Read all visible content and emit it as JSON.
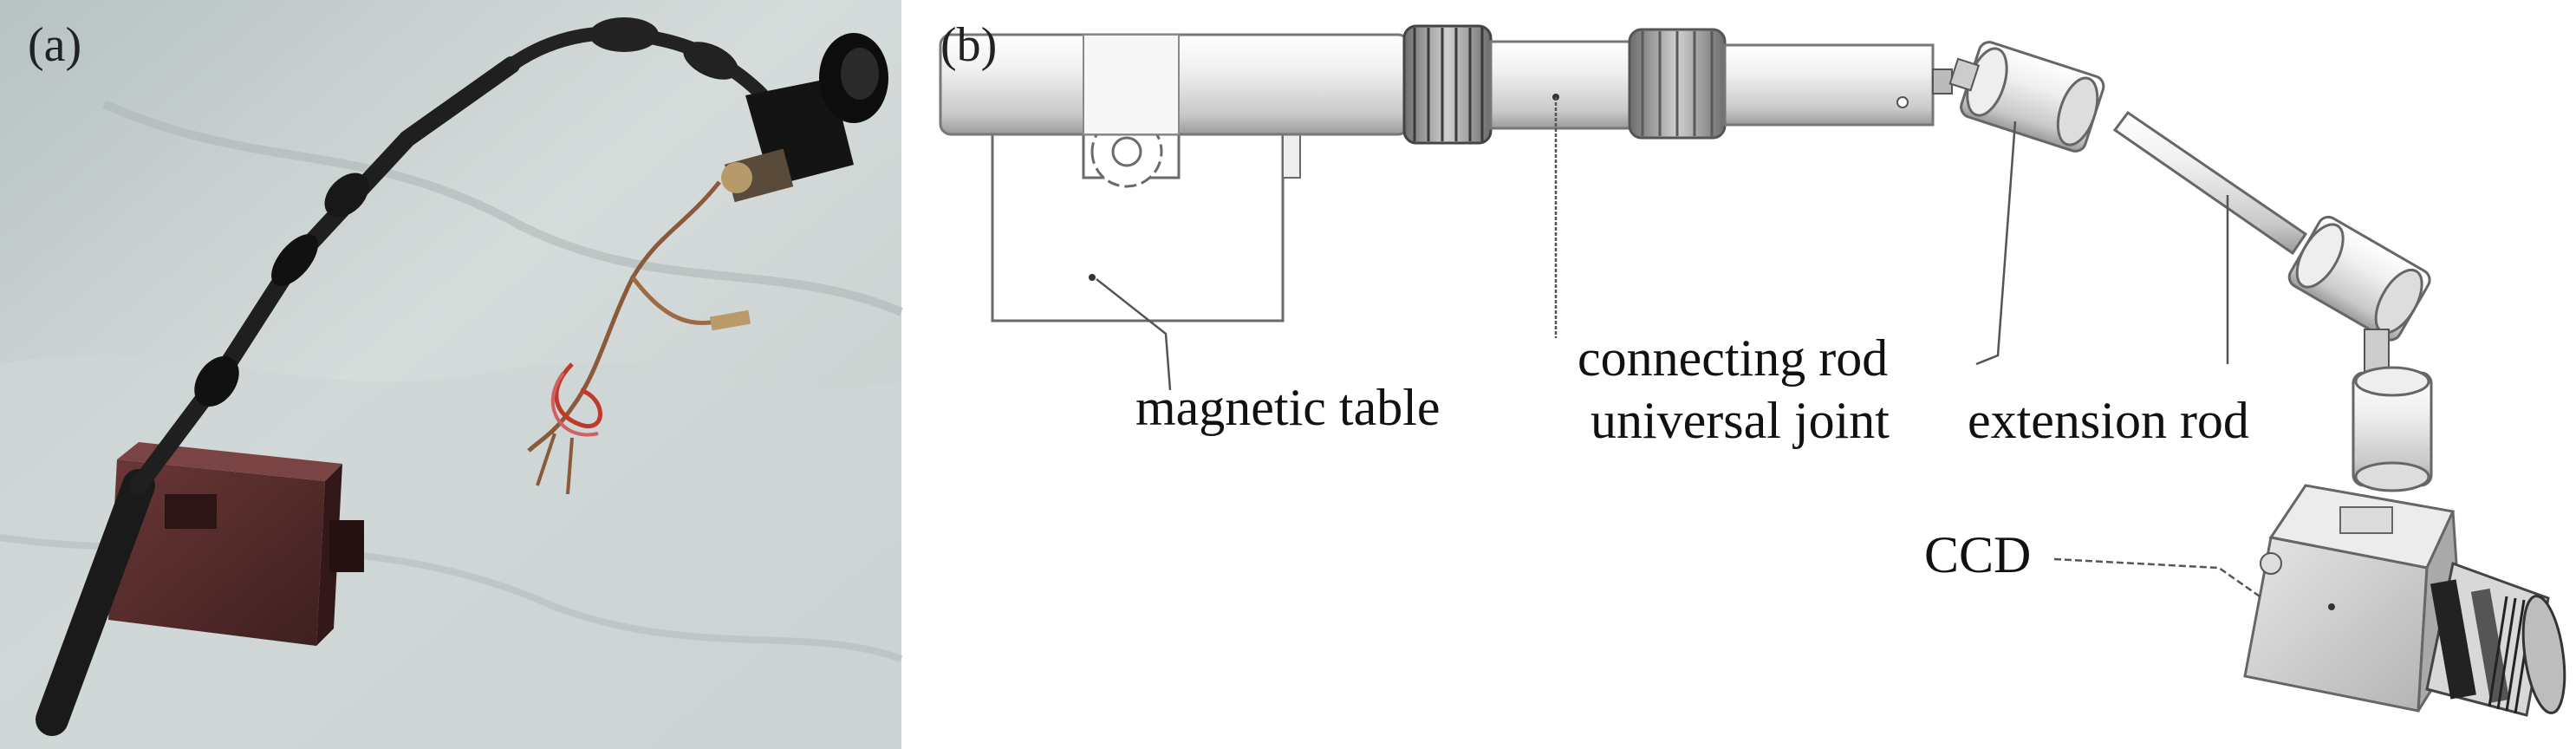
{
  "figure": {
    "panel_a": {
      "label": "(a)"
    },
    "panel_b": {
      "label": "(b)",
      "callouts": {
        "magnetic_table": "magnetic table",
        "connecting_rod": "connecting rod",
        "universal_joint": "universal joint",
        "extension_rod": "extension rod",
        "ccd": "CCD"
      }
    }
  },
  "colors": {
    "photo_background": "#c9d1d1",
    "magnetic_base": "#5a2e2e",
    "metal_light": "#f2f2f2",
    "metal_mid": "#cfcfcf",
    "metal_dark": "#8c8c8c",
    "outline": "#555555",
    "rod_black": "#1c1c1c",
    "cable_red": "#c0392b"
  }
}
